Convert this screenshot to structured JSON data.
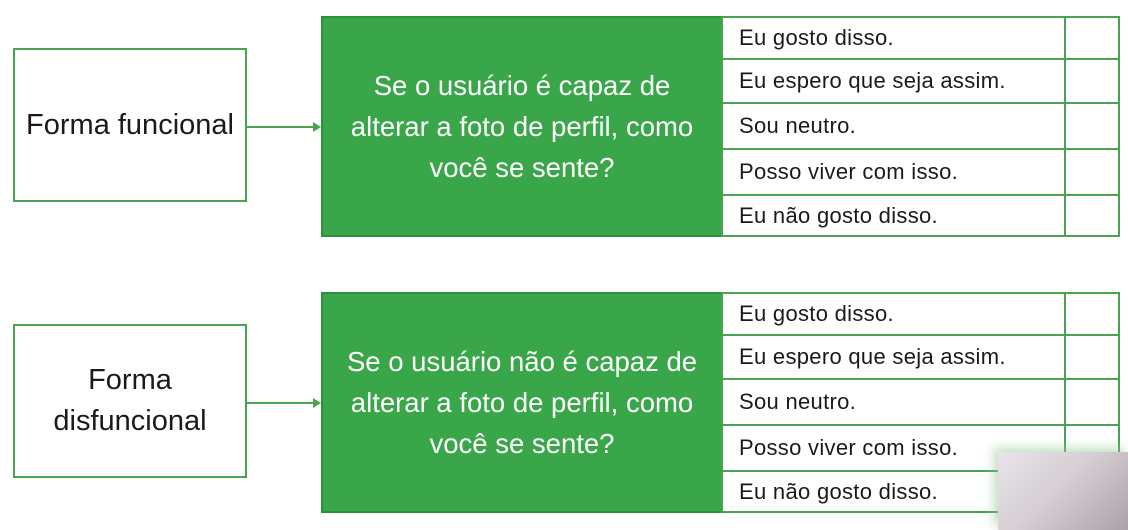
{
  "sections": [
    {
      "label": "Forma funcional",
      "question": "Se o usuário é capaz de alterar a foto de perfil, como você se sente?",
      "options": [
        "Eu gosto disso.",
        "Eu espero que seja assim.",
        "Sou neutro.",
        "Posso viver com isso.",
        "Eu não gosto disso."
      ]
    },
    {
      "label": "Forma disfuncional",
      "question": "Se o usuário não é capaz de alterar a foto de perfil, como você se sente?",
      "options": [
        "Eu gosto disso.",
        "Eu espero que seja assim.",
        "Sou neutro.",
        "Posso viver com isso.",
        "Eu não gosto disso."
      ]
    }
  ],
  "colors": {
    "question_fill": "#3aa64a",
    "border": "#4aa352",
    "arrow": "#4aa352"
  }
}
